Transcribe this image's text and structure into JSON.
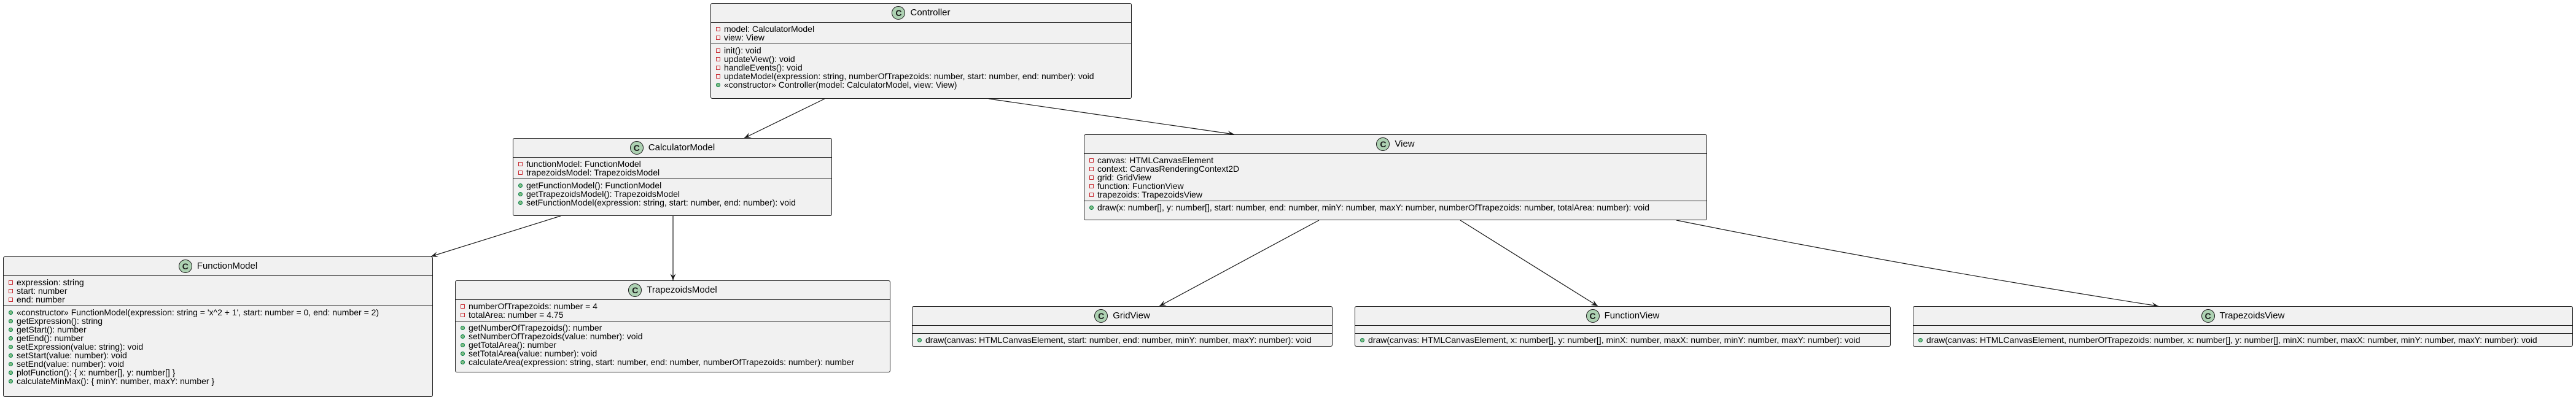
{
  "diagram": {
    "badge_letter": "C",
    "classes": [
      {
        "id": "controller",
        "name": "Controller",
        "fields": [
          {
            "visibility": "private",
            "text": "model: CalculatorModel"
          },
          {
            "visibility": "private",
            "text": "view: View"
          }
        ],
        "methods": [
          {
            "visibility": "private",
            "text": "init(): void"
          },
          {
            "visibility": "private",
            "text": "updateView(): void"
          },
          {
            "visibility": "private",
            "text": "handleEvents(): void"
          },
          {
            "visibility": "private",
            "text": "updateModel(expression: string, numberOfTrapezoids: number, start: number, end: number): void"
          },
          {
            "visibility": "public",
            "text": "«constructor» Controller(model: CalculatorModel, view: View)"
          }
        ]
      },
      {
        "id": "calculator-model",
        "name": "CalculatorModel",
        "fields": [
          {
            "visibility": "private",
            "text": "functionModel: FunctionModel"
          },
          {
            "visibility": "private",
            "text": "trapezoidsModel: TrapezoidsModel"
          }
        ],
        "methods": [
          {
            "visibility": "public",
            "text": "getFunctionModel(): FunctionModel"
          },
          {
            "visibility": "public",
            "text": "getTrapezoidsModel(): TrapezoidsModel"
          },
          {
            "visibility": "public",
            "text": "setFunctionModel(expression: string, start: number, end: number): void"
          }
        ]
      },
      {
        "id": "view",
        "name": "View",
        "fields": [
          {
            "visibility": "private",
            "text": "canvas: HTMLCanvasElement"
          },
          {
            "visibility": "private",
            "text": "context: CanvasRenderingContext2D"
          },
          {
            "visibility": "private",
            "text": "grid: GridView"
          },
          {
            "visibility": "private",
            "text": "function: FunctionView"
          },
          {
            "visibility": "private",
            "text": "trapezoids: TrapezoidsView"
          }
        ],
        "methods": [
          {
            "visibility": "public",
            "text": "draw(x: number[], y: number[], start: number, end: number, minY: number, maxY: number, numberOfTrapezoids: number, totalArea: number): void"
          }
        ]
      },
      {
        "id": "function-model",
        "name": "FunctionModel",
        "fields": [
          {
            "visibility": "private",
            "text": "expression: string"
          },
          {
            "visibility": "private",
            "text": "start: number"
          },
          {
            "visibility": "private",
            "text": "end: number"
          }
        ],
        "methods": [
          {
            "visibility": "public",
            "text": "«constructor» FunctionModel(expression: string = 'x^2 + 1', start: number = 0, end: number = 2)"
          },
          {
            "visibility": "public",
            "text": "getExpression(): string"
          },
          {
            "visibility": "public",
            "text": "getStart(): number"
          },
          {
            "visibility": "public",
            "text": "getEnd(): number"
          },
          {
            "visibility": "public",
            "text": "setExpression(value: string): void"
          },
          {
            "visibility": "public",
            "text": "setStart(value: number): void"
          },
          {
            "visibility": "public",
            "text": "setEnd(value: number): void"
          },
          {
            "visibility": "public",
            "text": "plotFunction(): { x: number[], y: number[] }"
          },
          {
            "visibility": "public",
            "text": "calculateMinMax(): { minY: number, maxY: number }"
          }
        ]
      },
      {
        "id": "trapezoids-model",
        "name": "TrapezoidsModel",
        "fields": [
          {
            "visibility": "private",
            "text": "numberOfTrapezoids: number = 4"
          },
          {
            "visibility": "private",
            "text": "totalArea: number = 4.75"
          }
        ],
        "methods": [
          {
            "visibility": "public",
            "text": "getNumberOfTrapezoids(): number"
          },
          {
            "visibility": "public",
            "text": "setNumberOfTrapezoids(value: number): void"
          },
          {
            "visibility": "public",
            "text": "getTotalArea(): number"
          },
          {
            "visibility": "public",
            "text": "setTotalArea(value: number): void"
          },
          {
            "visibility": "public",
            "text": "calculateArea(expression: string, start: number, end: number, numberOfTrapezoids: number): number"
          }
        ]
      },
      {
        "id": "grid-view",
        "name": "GridView",
        "fields": [],
        "methods": [
          {
            "visibility": "public",
            "text": "draw(canvas: HTMLCanvasElement, start: number, end: number, minY: number, maxY: number): void"
          }
        ]
      },
      {
        "id": "function-view",
        "name": "FunctionView",
        "fields": [],
        "methods": [
          {
            "visibility": "public",
            "text": "draw(canvas: HTMLCanvasElement, x: number[], y: number[], minX: number, maxX: number, minY: number, maxY: number): void"
          }
        ]
      },
      {
        "id": "trapezoids-view",
        "name": "TrapezoidsView",
        "fields": [],
        "methods": [
          {
            "visibility": "public",
            "text": "draw(canvas: HTMLCanvasElement, numberOfTrapezoids: number, x: number[], y: number[], minX: number, maxX: number, minY: number, maxY: number): void"
          }
        ]
      }
    ],
    "relations": [
      {
        "from": "controller",
        "to": "calculator-model"
      },
      {
        "from": "controller",
        "to": "view"
      },
      {
        "from": "calculator-model",
        "to": "function-model"
      },
      {
        "from": "calculator-model",
        "to": "trapezoids-model"
      },
      {
        "from": "view",
        "to": "grid-view"
      },
      {
        "from": "view",
        "to": "function-view"
      },
      {
        "from": "view",
        "to": "trapezoids-view"
      }
    ]
  }
}
